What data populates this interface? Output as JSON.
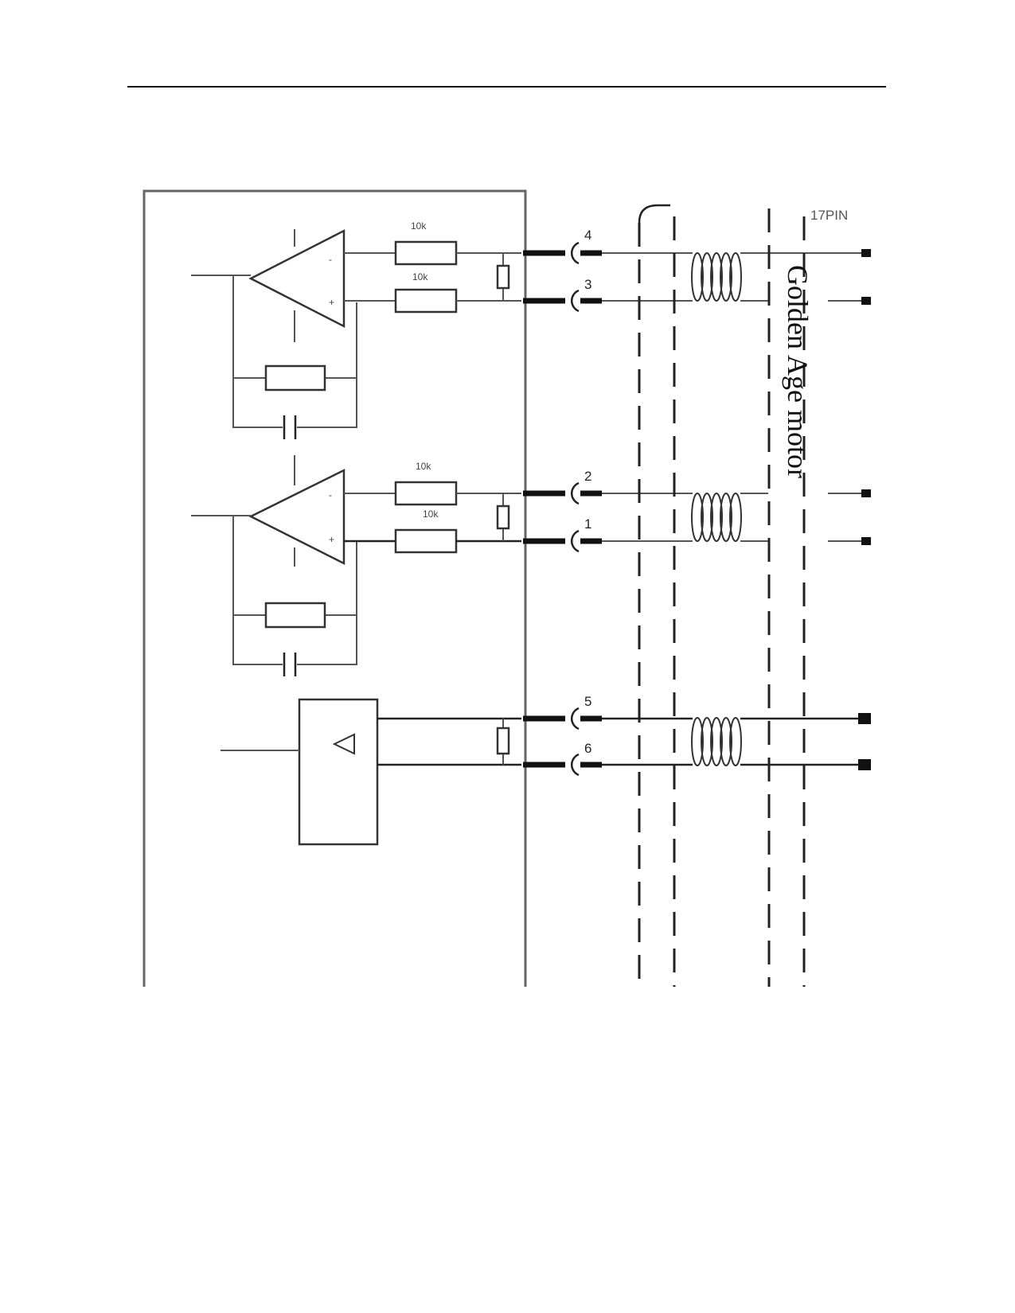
{
  "connector_label": "17PIN",
  "motor_label": "Golden Age motor",
  "resistor_labels": [
    "10k",
    "10k",
    "10k",
    "10k"
  ],
  "pins": [
    "4",
    "3",
    "2",
    "1",
    "5",
    "6"
  ],
  "colors": {
    "wire": "#555555",
    "ink": "#111111",
    "background": "#ffffff"
  }
}
